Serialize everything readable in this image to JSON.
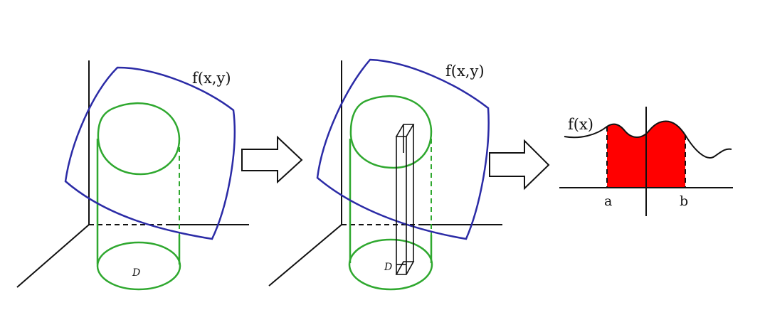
{
  "panels": [
    {
      "surface_label": "f(x,y)",
      "region_label": "D"
    },
    {
      "surface_label": "f(x,y)",
      "region_label": "D"
    },
    {
      "curve_label": "f(x)",
      "lower_limit": "a",
      "upper_limit": "b"
    }
  ],
  "colors": {
    "surface": "#2b2ba6",
    "region": "#2fa82f",
    "area_fill": "#ff0000",
    "ink": "#111111"
  },
  "icons": [
    "right-arrow-icon",
    "right-arrow-icon"
  ]
}
